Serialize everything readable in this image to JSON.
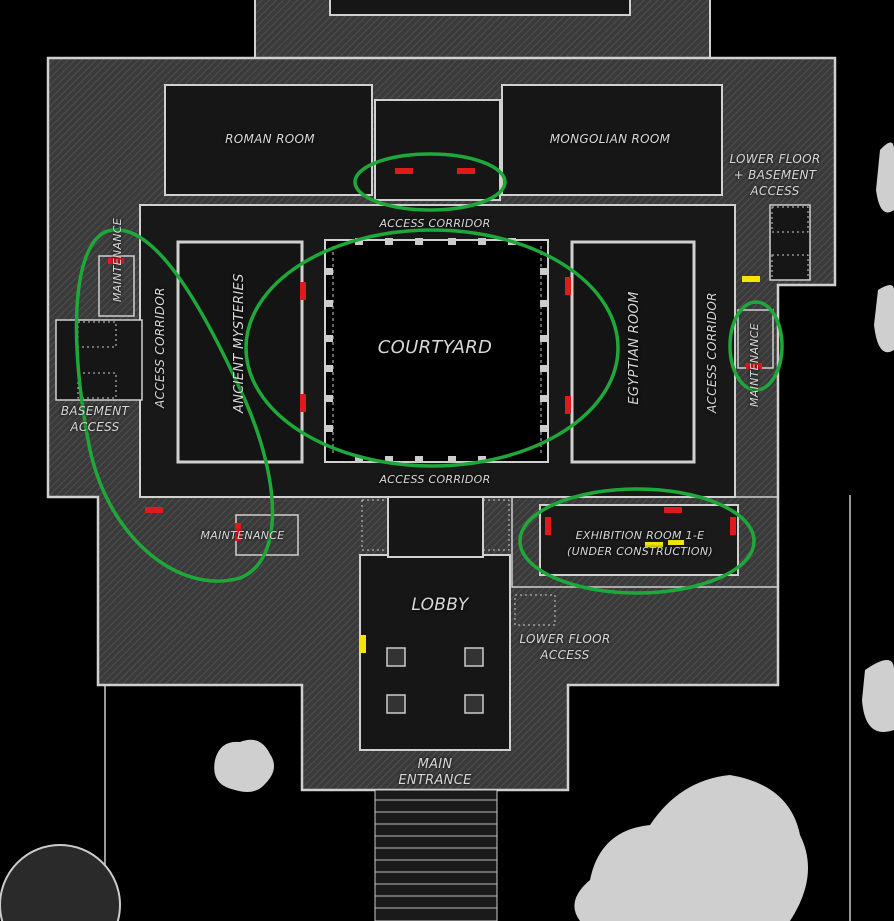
{
  "map": {
    "rooms": {
      "roman_room": "ROMAN ROOM",
      "mongolian_room": "MONGOLIAN ROOM",
      "lower_floor_basement_access": [
        "LOWER FLOOR",
        "+ BASEMENT",
        "ACCESS"
      ],
      "access_corridor_top": "ACCESS CORRIDOR",
      "access_corridor_bottom": "ACCESS CORRIDOR",
      "access_corridor_left": "ACCESS CORRIDOR",
      "access_corridor_right": "ACCESS CORRIDOR",
      "courtyard": "COURTYARD",
      "ancient_mysteries": "ANCIENT MYSTERIES",
      "egyptian_room": "EGYPTIAN ROOM",
      "maintenance_top_left": "MAINTENANCE",
      "maintenance_right": "MAINTENANCE",
      "maintenance_bottom_left": "MAINTENANCE",
      "basement_access": [
        "BASEMENT",
        "ACCESS"
      ],
      "exhibition_room": [
        "EXHIBITION ROOM 1-E",
        "(UNDER CONSTRUCTION)"
      ],
      "lobby": "LOBBY",
      "lower_floor_access": [
        "LOWER FLOOR",
        "ACCESS"
      ],
      "main_entrance": [
        "MAIN",
        "ENTRANCE"
      ]
    },
    "colors": {
      "background": "#000000",
      "building_hatch": "#3c3c3c",
      "room_dark": "#161616",
      "wall": "#d0d0d0",
      "highlight_circle": "#1fa83a",
      "marker_red": "#e01a1a",
      "marker_yellow": "#f2e600",
      "tree": "#cfcfcf"
    }
  }
}
